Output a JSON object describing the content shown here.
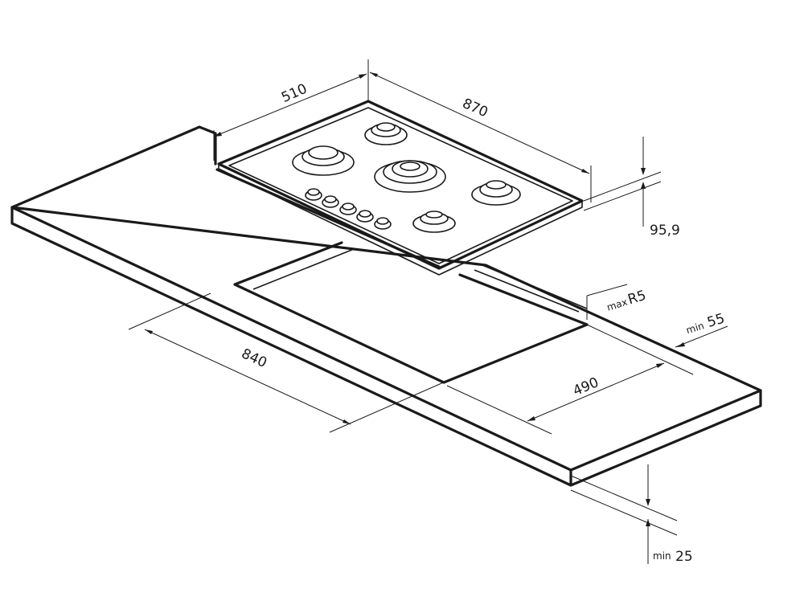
{
  "diagram": {
    "dimensions": {
      "hob_depth": "510",
      "hob_width": "870",
      "hob_height": "95,9",
      "cutout_width": "840",
      "cutout_depth": "490",
      "corner_radius_prefix": "max",
      "corner_radius": "R5",
      "min_distance_prefix": "min",
      "min_distance": "55",
      "min_thickness_prefix": "min",
      "min_thickness": "25"
    }
  }
}
